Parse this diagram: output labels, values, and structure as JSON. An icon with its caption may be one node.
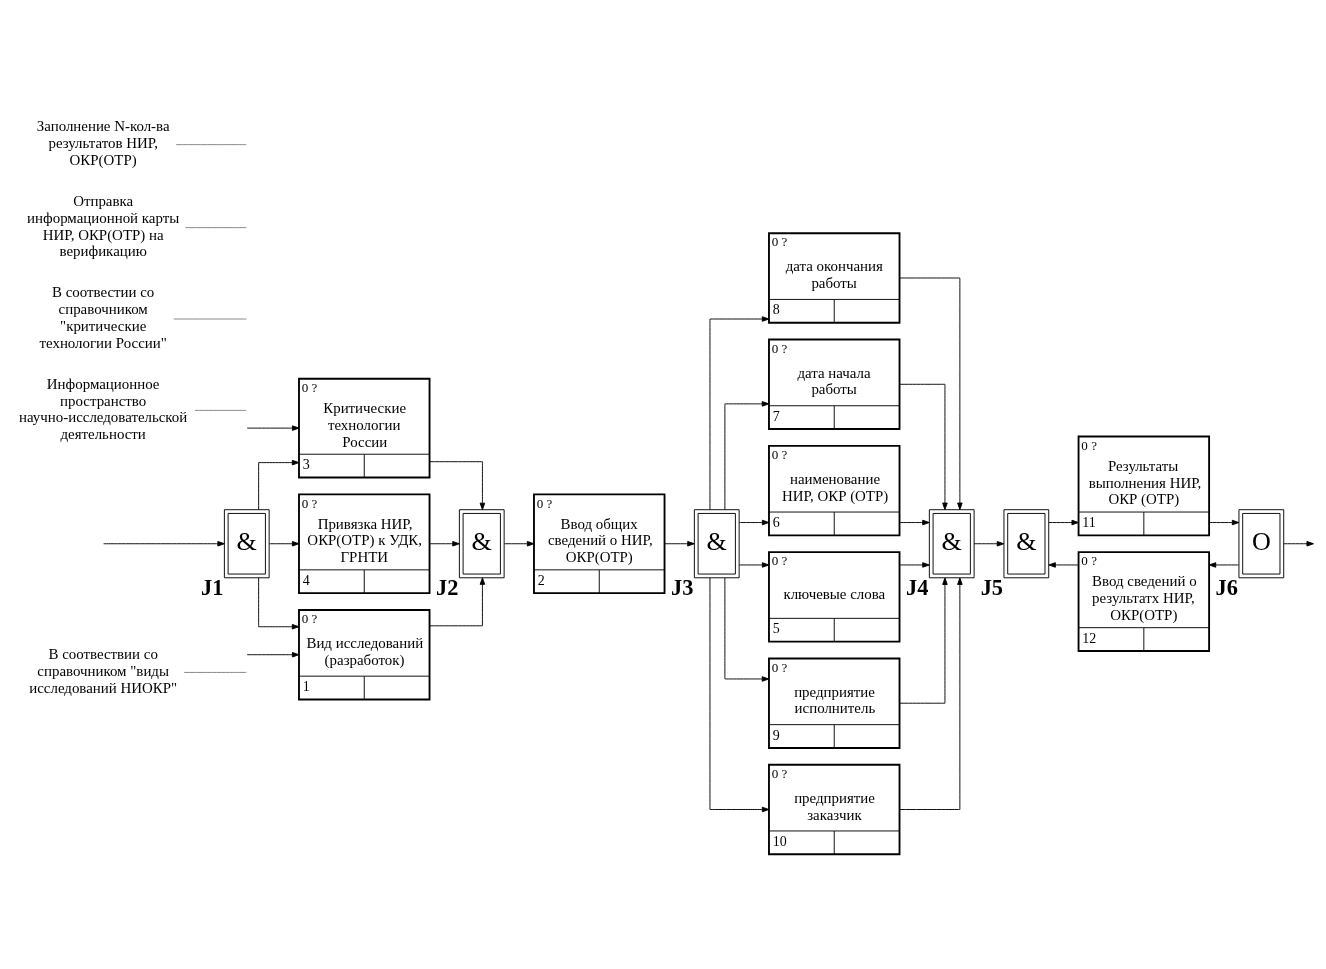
{
  "diagram": {
    "nodes": [
      {
        "text": [
          "В соотвествии со справочником \"виды исследований НИОКР\""
        ]
      },
      {
        "text": [
          "&"
        ],
        "beside": [
          "J1"
        ]
      },
      {
        "text": [
          "0 ?",
          "Вид исследований (разработок)",
          "1"
        ]
      },
      {
        "text": [
          "0 ?",
          "Привязка НИР, ОКР(ОТР) к УДК, ГРНТИ",
          "4"
        ]
      },
      {
        "text": [
          "0 ?",
          "Критические технологии России",
          "3"
        ]
      },
      {
        "text": [
          "&"
        ],
        "beside": [
          "J2"
        ]
      },
      {
        "text": [
          "0 ?",
          "Ввод общих сведений о НИР, ОКР(ОТР)",
          "2"
        ]
      },
      {
        "text": [
          "&"
        ],
        "beside": [
          "J3"
        ]
      },
      {
        "text": [
          "0 ?",
          "дата окончания работы",
          "8"
        ]
      },
      {
        "text": [
          "0 ?",
          "дата начала работы",
          "7"
        ]
      },
      {
        "text": [
          "0 ?",
          "наименование НИР, ОКР (ОТР)",
          "6"
        ]
      },
      {
        "text": [
          "0 ?",
          "ключевые слова",
          "5"
        ]
      },
      {
        "text": [
          "0 ?",
          "предприятие исполнитель",
          "9"
        ]
      },
      {
        "text": [
          "0 ?",
          "предприятие заказчик",
          "10"
        ]
      },
      {
        "text": [
          "&"
        ],
        "beside": [
          "J4"
        ]
      },
      {
        "text": [
          "&"
        ],
        "beside": [
          "J5"
        ]
      },
      {
        "text": [
          "0 ?",
          "Результаты выполнения НИР, ОКР (ОТР)",
          "11"
        ]
      },
      {
        "text": [
          "O"
        ],
        "beside": [
          "J6"
        ]
      },
      {
        "text": [
          "0 ?",
          "Ввод сведений о результатх НИР, ОКР(ОТР)",
          "12"
        ]
      },
      {
        "text": [
          "Информационное пространство научно-исследовательской деятельности"
        ]
      },
      {
        "text": [
          "В соотвестии со справочником \"критические технологии России\""
        ]
      },
      {
        "text": [
          "Отправка информационной карты НИР, ОКР(ОТР) на верификацию"
        ]
      },
      {
        "text": [
          "Заполнение N-кол-ва результатов НИР, ОКР(ОТР)"
        ]
      }
    ],
    "edges": [
      {
        "from": null,
        "to": 2,
        "arrow": "to"
      },
      {
        "from": 0,
        "to": null,
        "arrow": "none",
        "color": "#808080"
      },
      {
        "from": null,
        "to": 1,
        "arrow": "to"
      },
      {
        "from": 19,
        "to": null,
        "arrow": "none",
        "color": "#808080"
      },
      {
        "from": 1,
        "to": 2,
        "arrow": "to"
      },
      {
        "from": 1,
        "to": 3,
        "arrow": "to"
      },
      {
        "from": 1,
        "to": 4,
        "arrow": "to"
      },
      {
        "from": 2,
        "to": 5,
        "arrow": "to"
      },
      {
        "from": 3,
        "to": 5,
        "arrow": "to"
      },
      {
        "from": 4,
        "to": 5,
        "arrow": "to"
      },
      {
        "from": null,
        "to": 4,
        "arrow": "to"
      },
      {
        "from": 20,
        "to": null,
        "arrow": "none",
        "color": "#808080"
      },
      {
        "from": 5,
        "to": 6,
        "arrow": "to"
      },
      {
        "from": 6,
        "to": 7,
        "arrow": "to"
      },
      {
        "from": 7,
        "to": 8,
        "arrow": "to"
      },
      {
        "from": 7,
        "to": 9,
        "arrow": "to"
      },
      {
        "from": 7,
        "to": 10,
        "arrow": "to"
      },
      {
        "from": 7,
        "to": 11,
        "arrow": "to"
      },
      {
        "from": 7,
        "to": 12,
        "arrow": "to"
      },
      {
        "from": 7,
        "to": 13,
        "arrow": "to"
      },
      {
        "from": 8,
        "to": 14,
        "arrow": "to"
      },
      {
        "from": 9,
        "to": 14,
        "arrow": "to"
      },
      {
        "from": 10,
        "to": 14,
        "arrow": "to"
      },
      {
        "from": 11,
        "to": 14,
        "arrow": "to"
      },
      {
        "from": 12,
        "to": 14,
        "arrow": "to"
      },
      {
        "from": 13,
        "to": 14,
        "arrow": "to"
      },
      {
        "from": 14,
        "to": 15,
        "arrow": "to"
      },
      {
        "from": 15,
        "to": 16,
        "arrow": "to"
      },
      {
        "from": 16,
        "to": 17,
        "arrow": "to"
      },
      {
        "from": 17,
        "to": null,
        "arrow": "to"
      },
      {
        "from": 21,
        "to": null,
        "arrow": "none",
        "color": "#808080"
      },
      {
        "from": 17,
        "to": 18,
        "arrow": "to"
      },
      {
        "from": 18,
        "to": 15,
        "arrow": "to"
      },
      {
        "from": 22,
        "to": null,
        "arrow": "none",
        "color": "#808080"
      }
    ]
  }
}
